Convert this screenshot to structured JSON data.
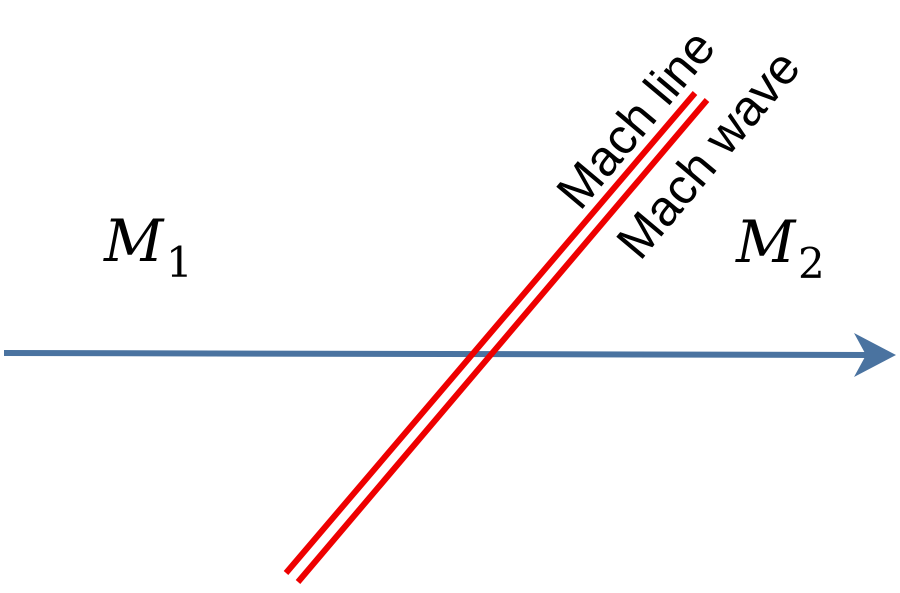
{
  "labels": {
    "upstream": {
      "letter": "M",
      "subscript": "1"
    },
    "downstream": {
      "letter": "M",
      "subscript": "2"
    },
    "mach_line": "Mach line",
    "mach_wave": "Mach wave"
  },
  "colors": {
    "flow_arrow": "#4a73a0",
    "mach_lines": "#ee0000",
    "text": "#000000",
    "background": "#ffffff"
  }
}
